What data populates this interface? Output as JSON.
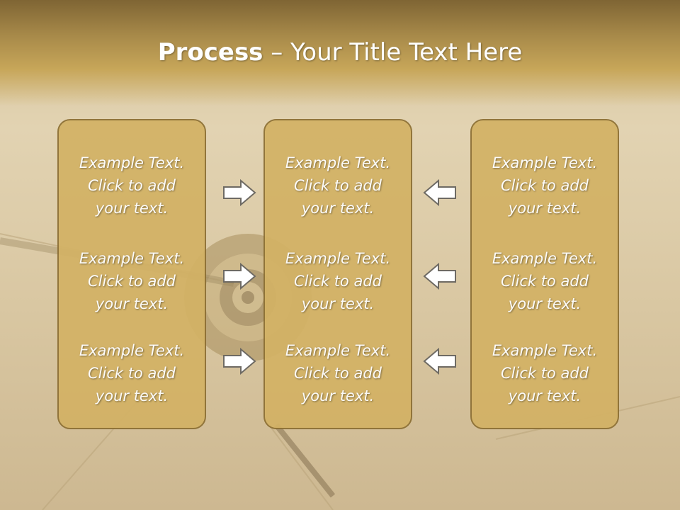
{
  "title": {
    "bold": "Process",
    "rest": " – Your Title Text Here"
  },
  "columns": [
    {
      "items": [
        {
          "line1": "Example Text.",
          "line2": "Click  to add",
          "line3": "your text."
        },
        {
          "line1": "Example Text.",
          "line2": "Click  to add",
          "line3": "your text."
        },
        {
          "line1": "Example Text.",
          "line2": "Click  to add",
          "line3": "your text."
        }
      ]
    },
    {
      "items": [
        {
          "line1": "Example Text.",
          "line2": "Click  to add",
          "line3": "your text."
        },
        {
          "line1": "Example Text.",
          "line2": "Click  to add",
          "line3": "your text."
        },
        {
          "line1": "Example Text.",
          "line2": "Click  to add",
          "line3": "your text."
        }
      ]
    },
    {
      "items": [
        {
          "line1": "Example Text.",
          "line2": "Click  to add",
          "line3": "your text."
        },
        {
          "line1": "Example Text.",
          "line2": "Click  to add",
          "line3": "your text."
        },
        {
          "line1": "Example Text.",
          "line2": "Click  to add",
          "line3": "your text."
        }
      ]
    }
  ],
  "icons": {
    "left_arrows": "arrow-right-icon",
    "right_arrows": "arrow-left-icon"
  },
  "colors": {
    "panel_fill": "#d3b265",
    "panel_border": "#8c6f33",
    "title_band": "#a98b4a",
    "text": "#ffffff"
  }
}
